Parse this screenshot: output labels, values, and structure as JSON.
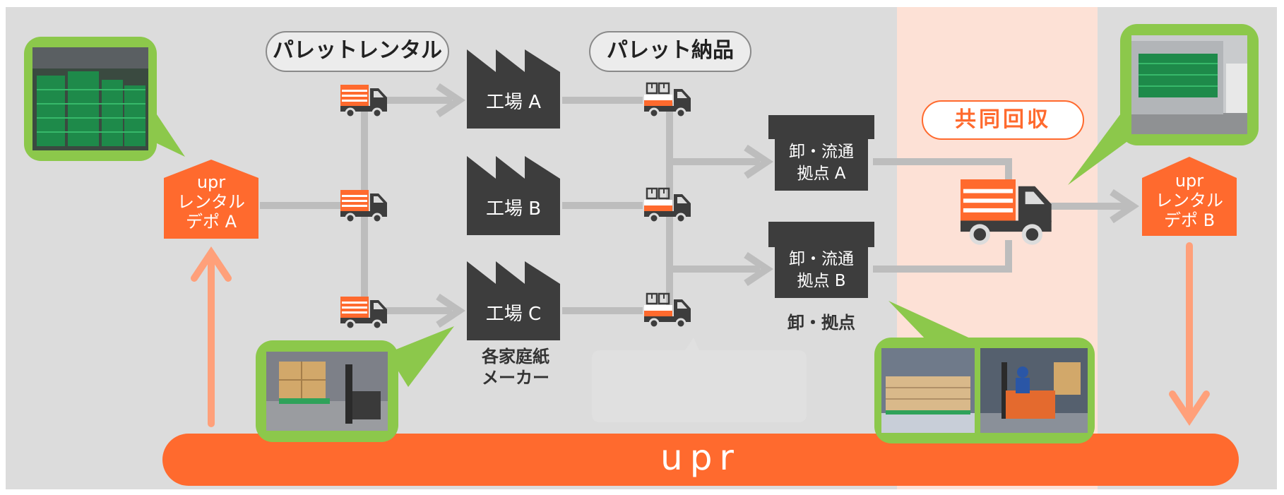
{
  "labels": {
    "pallet_rental": "パレットレンタル",
    "pallet_delivery": "パレット納品",
    "joint_collection": "共同回収"
  },
  "factories": [
    {
      "label": "工場 A"
    },
    {
      "label": "工場 B"
    },
    {
      "label": "工場 C"
    }
  ],
  "manufacturer_caption": "各家庭紙\nメーカー",
  "hubs": [
    {
      "label": "卸・流通\n拠点 A"
    },
    {
      "label": "卸・流通\n拠点 B"
    }
  ],
  "hub_caption": "卸・拠点",
  "depots": [
    {
      "label": "upr\nレンタル\nデポ A"
    },
    {
      "label": "upr\nレンタル\nデポ B"
    }
  ],
  "bottom_bar": "upr",
  "colors": {
    "background": "#dcdcdc",
    "orange": "#ff6a2e",
    "light_orange": "#ffa07a",
    "dark": "#3d3d3d",
    "connector": "#bdbdbd",
    "green": "#8cc84b",
    "collection_band": "#fde1d6"
  },
  "photos": [
    {
      "name": "stacked-green-pallets-photo",
      "icon": "photo-icon"
    },
    {
      "name": "forklift-loading-boxes-photo",
      "icon": "photo-icon"
    },
    {
      "name": "truck-with-pallets-photo",
      "icon": "photo-icon"
    },
    {
      "name": "warehouse-goods-photo",
      "icon": "photo-icon"
    },
    {
      "name": "forklift-operator-photo",
      "icon": "photo-icon"
    }
  ]
}
